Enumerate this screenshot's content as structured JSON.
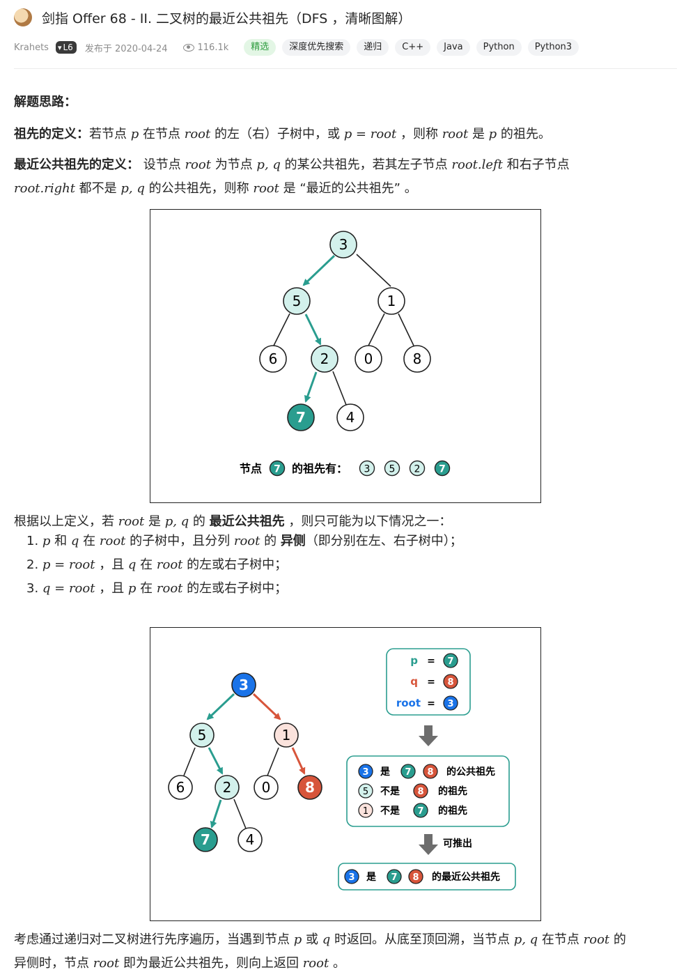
{
  "header": {
    "title": "剑指 Offer 68 - II. 二叉树的最近公共祖先（DFS ，清晰图解）",
    "author": "Krahets",
    "level": "L6",
    "published": "发布于 2020-04-24",
    "views": "116.1k",
    "tags": [
      "精选",
      "深度优先搜索",
      "递归",
      "C++",
      "Java",
      "Python",
      "Python3"
    ]
  },
  "content": {
    "heading": "解题思路：",
    "def1_label": "祖先的定义：",
    "def1_a": "若节点 ",
    "def1_p": "p",
    "def1_b": " 在节点 ",
    "def1_root": "root",
    "def1_c": " 的左（右）子树中，或 ",
    "def1_eq": "p = root",
    "def1_d": " ，则称 ",
    "def1_root2": "root",
    "def1_e": " 是 ",
    "def1_p2": "p",
    "def1_f": " 的祖先。",
    "def2_label": "最近公共祖先的定义：",
    "def2_a": " 设节点 ",
    "def2_root": "root",
    "def2_b": " 为节点 ",
    "def2_pq": "p, q",
    "def2_c": " 的某公共祖先，若其左子节点 ",
    "def2_left": "root.left",
    "def2_d": " 和右子节点",
    "def2_right": "root.right",
    "def2_e": " 都不是 ",
    "def2_pq2": "p, q",
    "def2_f": " 的公共祖先，则称 ",
    "def2_root2": "root",
    "def2_g": " 是 “最近的公共祖先” 。",
    "para2_a": "根据以上定义，若 ",
    "para2_root": "root",
    "para2_b": " 是 ",
    "para2_pq": "p, q",
    "para2_c": " 的 ",
    "para2_bold": "最近公共祖先",
    "para2_d": " ，则只可能为以下情况之一：",
    "list": [
      {
        "num": "1. ",
        "a": "p",
        "b": " 和 ",
        "c": "q",
        "d": " 在 ",
        "e": "root",
        "f": " 的子树中，且分列 ",
        "g": "root",
        "h": " 的 ",
        "bold": "异侧",
        "i": "（即分别在左、右子树中）；"
      },
      {
        "num": "2. ",
        "eq": "p = root",
        "a": " ，且 ",
        "q": "q",
        "b": " 在 ",
        "root": "root",
        "c": " 的左或右子树中；"
      },
      {
        "num": "3. ",
        "eq": "q = root",
        "a": " ，且 ",
        "q": "p",
        "b": " 在 ",
        "root": "root",
        "c": " 的左或右子树中；"
      }
    ],
    "para3_a": "考虑通过递归对二叉树进行先序遍历，当遇到节点 ",
    "para3_p": "p",
    "para3_b": " 或 ",
    "para3_q": "q",
    "para3_c": " 时返回。从底至顶回溯，当节点 ",
    "para3_pq": "p, q",
    "para3_d": " 在节点 ",
    "para3_root": "root",
    "para3_e": " 的",
    "para3_f": "异侧时，节点 ",
    "para3_root2": "root",
    "para3_g": " 即为最近公共祖先，则向上返回 ",
    "para3_root3": "root",
    "para3_h": " 。"
  },
  "figure1": {
    "nodes": {
      "n3": "3",
      "n5": "5",
      "n1": "1",
      "n6": "6",
      "n2": "2",
      "n0": "0",
      "n8": "8",
      "n7": "7",
      "n4": "4"
    },
    "caption_a": "节点",
    "caption_node": "7",
    "caption_b": "的祖先有：",
    "ancestors": [
      "3",
      "5",
      "2",
      "7"
    ]
  },
  "figure2": {
    "nodes": {
      "n3": "3",
      "n5": "5",
      "n1": "1",
      "n6": "6",
      "n2": "2",
      "n0": "0",
      "n8": "8",
      "n7": "7",
      "n4": "4"
    },
    "box1": {
      "p_label": "p",
      "p_val": "7",
      "q_label": "q",
      "q_val": "8",
      "root_label": "root",
      "root_val": "3",
      "eq": "="
    },
    "box2": {
      "row1_a": "3",
      "row1_b": "是",
      "row1_c": "7",
      "row1_d": "8",
      "row1_e": "的公共祖先",
      "row2_a": "5",
      "row2_b": "不是",
      "row2_c": "8",
      "row2_d": "的祖先",
      "row3_a": "1",
      "row3_b": "不是",
      "row3_c": "7",
      "row3_d": "的祖先"
    },
    "infer": "可推出",
    "box3": {
      "a": "3",
      "b": "是",
      "c": "7",
      "d": "8",
      "e": "的最近公共祖先"
    }
  },
  "colors": {
    "teal": "#2a9d8f",
    "teal_light": "#d3f1ec",
    "red": "#d7553b",
    "red_light": "#fbe3dd",
    "blue": "#1a73e8",
    "arrow_gray": "#6d6d6d",
    "tag_featured": "#2e9c3f"
  }
}
